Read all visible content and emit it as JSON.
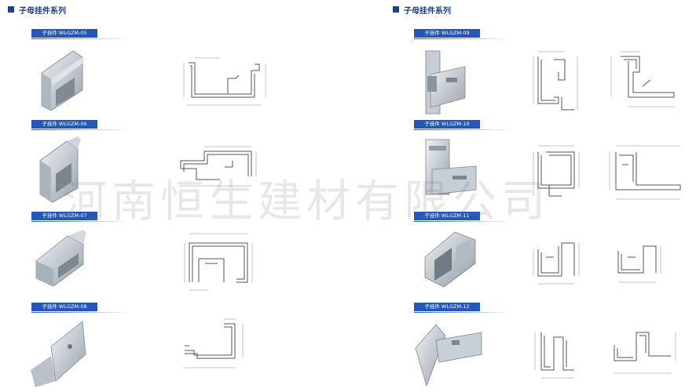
{
  "sections": {
    "left_title": "子母挂件系列",
    "right_title": "子母挂件系列"
  },
  "items": [
    {
      "label": "子挂件 WLGZM-05"
    },
    {
      "label": "子挂件 WLGZM-06"
    },
    {
      "label": "子挂件 WLGZM-07"
    },
    {
      "label": "子挂件 WLGZM-08"
    },
    {
      "label": "子挂件 WLGZM-09"
    },
    {
      "label": "子挂件 WLGZM-10"
    },
    {
      "label": "子挂件 WLGZM-11"
    },
    {
      "label": "子挂件 WLGZM-12"
    }
  ],
  "watermark": "河南恒生建材有限公司",
  "colors": {
    "accent": "#2457b8",
    "title": "#1f3f8a",
    "metal": "#c9d0d8",
    "line": "#555555"
  }
}
